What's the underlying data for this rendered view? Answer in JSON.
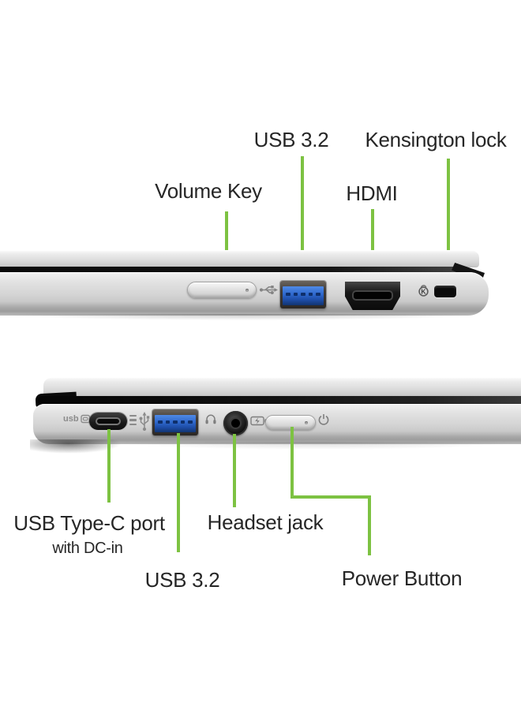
{
  "colors": {
    "accent": "#7dc242",
    "text": "#262626"
  },
  "top_view": {
    "description": "laptop right side edge",
    "labels": {
      "usb32": "USB 3.2",
      "kensington": "Kensington lock",
      "volume": "Volume Key",
      "hdmi": "HDMI"
    },
    "icons": [
      "usb-trident-icon",
      "kensington-lock-icon"
    ]
  },
  "bottom_view": {
    "description": "laptop left side edge",
    "labels": {
      "usbc": "USB Type-C port",
      "usbc_sub": "with DC-in",
      "usb32": "USB 3.2",
      "headset": "Headset jack",
      "power": "Power Button"
    },
    "icons": [
      "usb-dc-in-icon",
      "dc-symbol-icon",
      "usb-trident-icon",
      "headset-icon",
      "battery-charging-icon",
      "power-symbol-icon"
    ]
  }
}
